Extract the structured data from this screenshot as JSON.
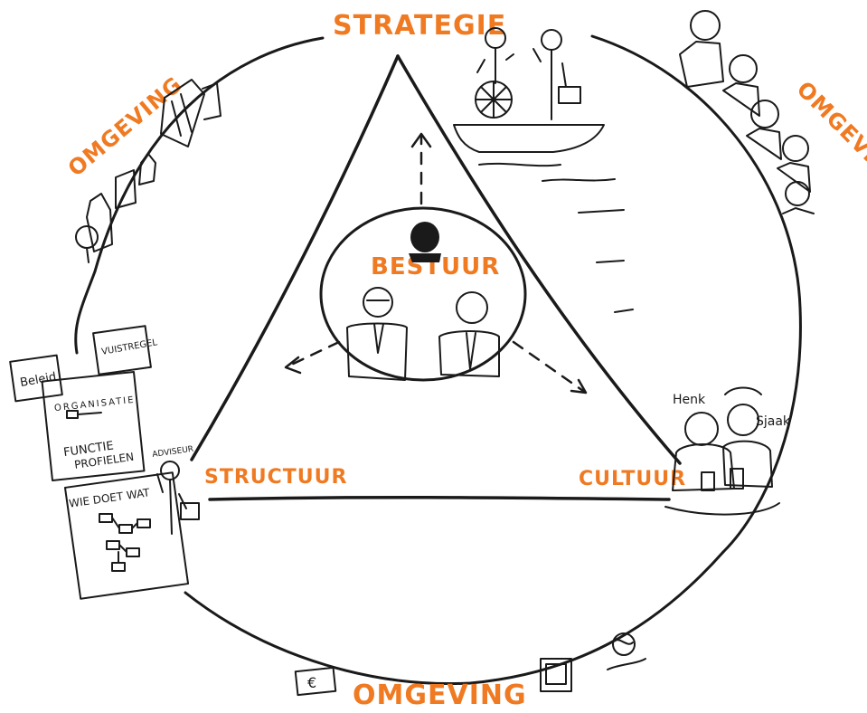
{
  "labels": {
    "strategie": "STRATEGIE",
    "bestuur": "BESTUUR",
    "structuur": "STRUCTUUR",
    "cultuur": "CULTUUR",
    "omgeving_left": "OMGEVING",
    "omgeving_right": "OMGEVING",
    "omgeving_bottom": "OMGEVING"
  },
  "documents": {
    "beleid": "Beleid",
    "vuistregel": "VUISTREGEL",
    "organisatie": "ORGANISATIE",
    "functieprofielen_1": "FUNCTIE",
    "functieprofielen_2": "PROFIELEN",
    "wie_doet_wat": "WIE DOET WAT",
    "adviseur": "ADVISEUR"
  },
  "people": {
    "henk": "Henk",
    "sjaak": "Sjaak"
  },
  "icons": {
    "euro": "€"
  },
  "colors": {
    "accent": "#f07a22",
    "ink": "#1a1a1a"
  }
}
